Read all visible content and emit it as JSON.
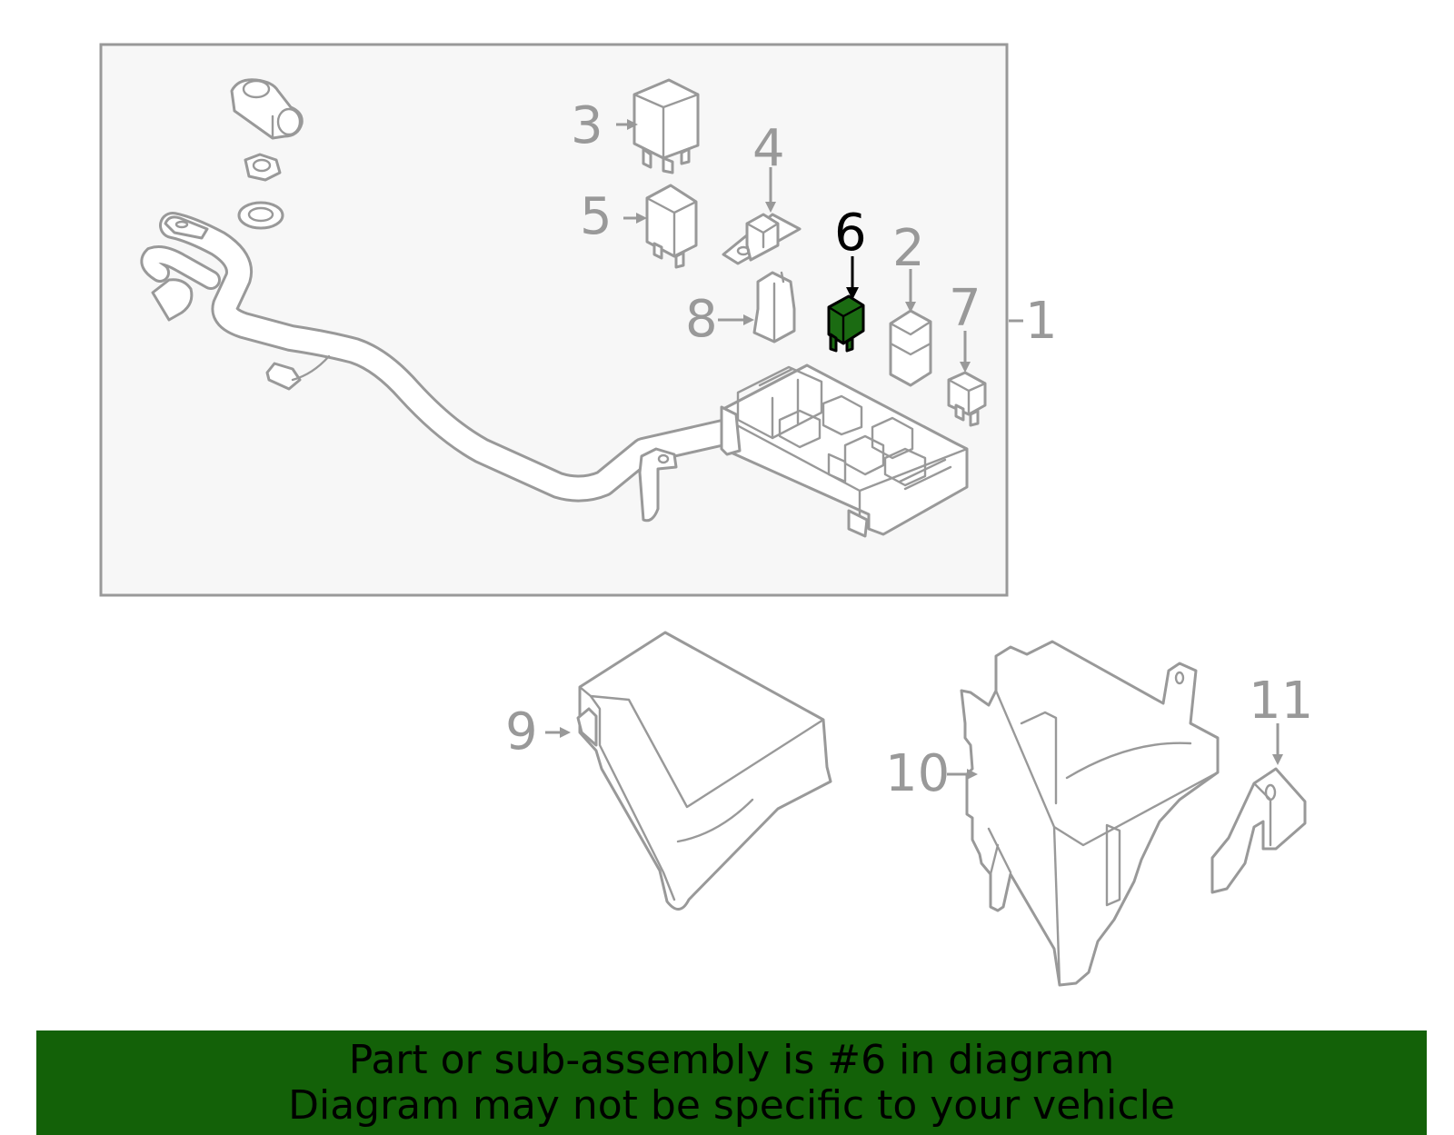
{
  "callouts": {
    "c1": "1",
    "c2": "2",
    "c3": "3",
    "c4": "4",
    "c5": "5",
    "c6": "6",
    "c7": "7",
    "c8": "8",
    "c9": "9",
    "c10": "10",
    "c11": "11"
  },
  "highlighted_part": "6",
  "colors": {
    "highlight": "#1b6b12",
    "banner": "#136108",
    "line_art": "#999999",
    "panel": "#f7f7f7"
  },
  "banner": {
    "line1": "Part or sub-assembly is #6 in diagram",
    "line2": "Diagram may not be specific to your vehicle"
  }
}
